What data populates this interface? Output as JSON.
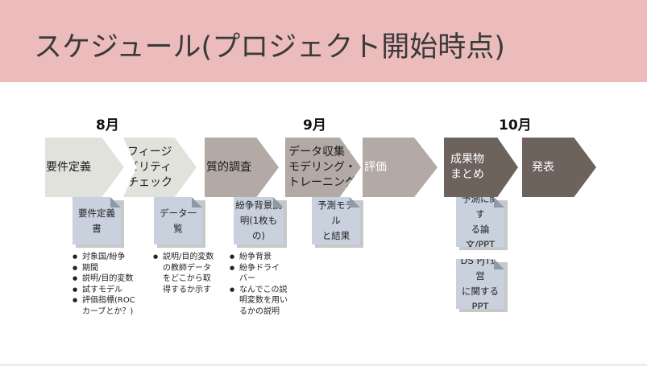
{
  "title": "スケジュール(プロジェクト開始時点)",
  "months": [
    "8月",
    "9月",
    "10月"
  ],
  "phases": [
    {
      "label": "要件定義",
      "color": "#e2e2dd",
      "text_color": "#1a1a1a"
    },
    {
      "label": "フィージ\nビリティ\nチェック",
      "color": "#e2e2dd",
      "text_color": "#1a1a1a"
    },
    {
      "label": "質的調査",
      "color": "#b3a9a5",
      "text_color": "#1a1a1a"
    },
    {
      "label": "データ収集・\nモデリング・\nトレーニング",
      "color": "#b3a9a5",
      "text_color": "#1a1a1a"
    },
    {
      "label": "評価",
      "color": "#b3a9a5",
      "text_color": "#ffffff"
    },
    {
      "label": "成果物\nまとめ",
      "color": "#6e625c",
      "text_color": "#ffffff"
    },
    {
      "label": "発表",
      "color": "#6e625c",
      "text_color": "#ffffff"
    }
  ],
  "documents": [
    "要件定義書",
    "データ一覧",
    "紛争背景説\n明(1枚もの)",
    "予測モデル\nと結果",
    "予測に関す\nる論文/PPT",
    "DS PJT運営\nに関する\nPPT"
  ],
  "doc_color": "#c9d1de",
  "notes": [
    [
      "対象国/紛争",
      "期間",
      "説明/目的変数",
      "試すモデル",
      "評価指標(ROC\nカーブとか？)"
    ],
    [
      "説明/目的変数\nの教師データ\nをどこから取\n得するか示す"
    ],
    [
      "紛争背景",
      "紛争ドライ\nバー",
      "なんでこの説\n明変数を用い\nるかの説明"
    ]
  ],
  "colors": {
    "header": "#ecbcbc",
    "light": "#e2e2dd",
    "mid": "#b3a9a5",
    "dark": "#6e625c"
  }
}
